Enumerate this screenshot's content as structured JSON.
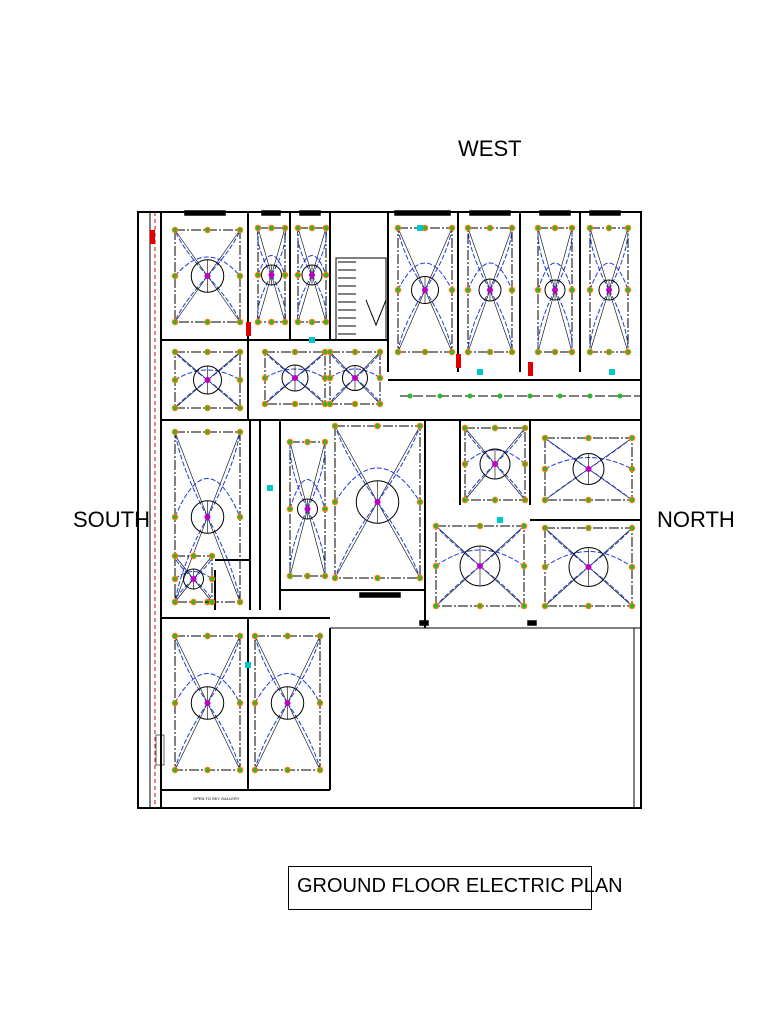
{
  "compass": {
    "west": "WEST",
    "south": "SOUTH",
    "north": "NORTH"
  },
  "title": "GROUND FLOOR ELECTRIC PLAN",
  "notes": {
    "gallery": "OPEN TO SKY GALLERY"
  },
  "colors": {
    "wall": "#000000",
    "wiring": "#1f3bd6",
    "fixture_green": "#2fb52f",
    "fixture_orange": "#ff7a00",
    "fan_center": "#c000c0",
    "door_red": "#e00000",
    "cyan_point": "#00c8c8"
  },
  "icons": [
    "ceiling-fan-icon",
    "light-point-icon",
    "switch-board-icon"
  ]
}
